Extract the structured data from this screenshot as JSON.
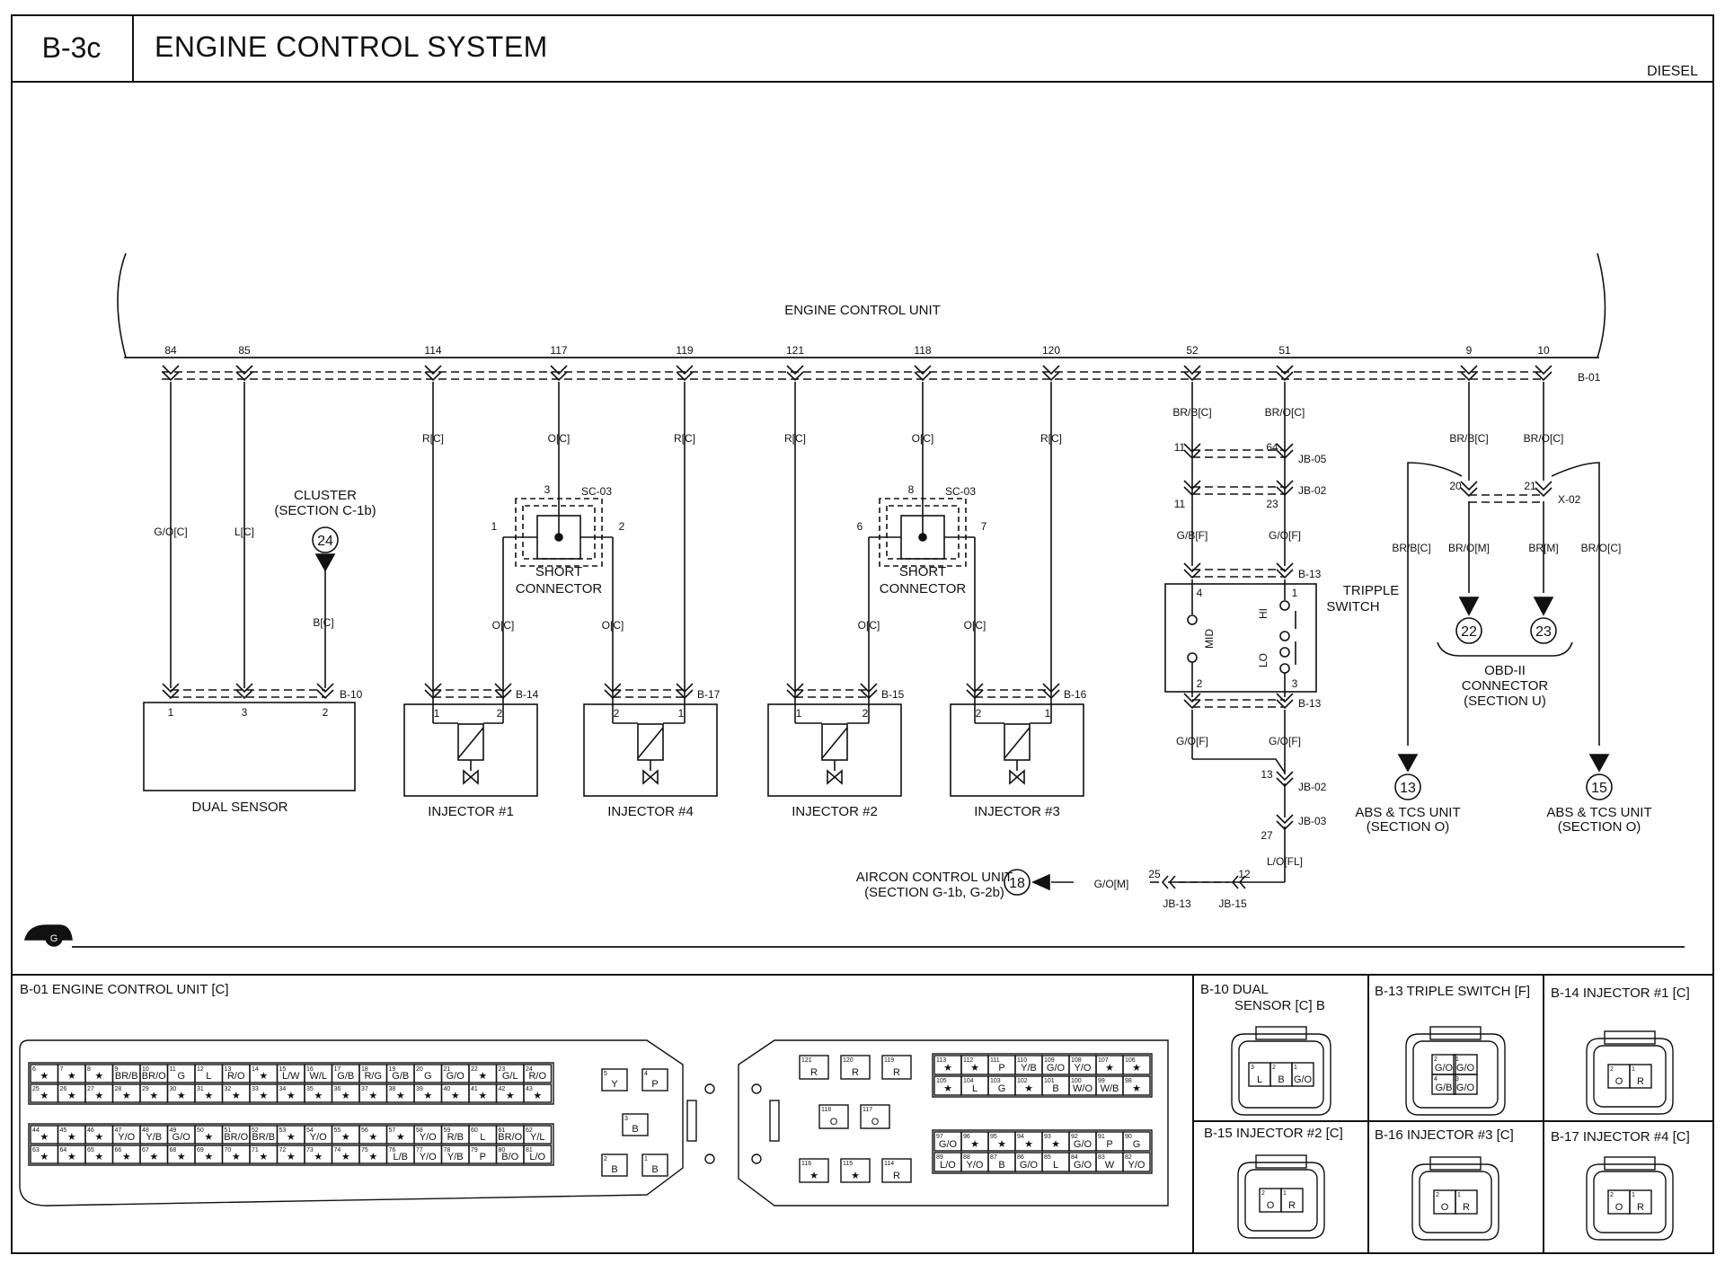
{
  "header": {
    "section_code": "B-3c",
    "title": "ENGINE CONTROL SYSTEM",
    "variant": "DIESEL"
  },
  "diagram": {
    "ecu": {
      "label": "ENGINE CONTROL UNIT",
      "connector": "B-01",
      "pins": [
        {
          "pin": "84",
          "wire": "G/O[C]"
        },
        {
          "pin": "85",
          "wire": "L[C]"
        },
        {
          "pin": "114",
          "wire": "R[C]"
        },
        {
          "pin": "117",
          "wire": "O[C]"
        },
        {
          "pin": "119",
          "wire": "R[C]"
        },
        {
          "pin": "121",
          "wire": "R[C]"
        },
        {
          "pin": "118",
          "wire": "O[C]"
        },
        {
          "pin": "120",
          "wire": "R[C]"
        },
        {
          "pin": "52",
          "wire": "BR/B[C]"
        },
        {
          "pin": "51",
          "wire": "BR/O[C]"
        },
        {
          "pin": "9",
          "wire": "BR/B[C]"
        },
        {
          "pin": "10",
          "wire": "BR/O[C]"
        }
      ]
    },
    "cluster": {
      "label1": "CLUSTER",
      "label2": "(SECTION C-1b)",
      "ref": "24",
      "wire": "B[C]"
    },
    "short_connectors": [
      {
        "name": "SC-03",
        "pin_in": "3",
        "pin_left": "1",
        "pin_right": "2",
        "label1": "SHORT",
        "label2": "CONNECTOR",
        "wire_left": "O[C]",
        "wire_right": "O[C]"
      },
      {
        "name": "SC-03",
        "pin_in": "8",
        "pin_left": "6",
        "pin_right": "7",
        "label1": "SHORT",
        "label2": "CONNECTOR",
        "wire_left": "O[C]",
        "wire_right": "O[C]"
      }
    ],
    "components": [
      {
        "name": "DUAL SENSOR",
        "connector": "B-10",
        "pins": [
          "1",
          "3",
          "2"
        ]
      },
      {
        "name": "INJECTOR #1",
        "connector": "B-14",
        "pins": [
          "1",
          "2"
        ]
      },
      {
        "name": "INJECTOR #4",
        "connector": "B-17",
        "pins": [
          "2",
          "1"
        ]
      },
      {
        "name": "INJECTOR #2",
        "connector": "B-15",
        "pins": [
          "1",
          "2"
        ]
      },
      {
        "name": "INJECTOR #3",
        "connector": "B-16",
        "pins": [
          "2",
          "1"
        ]
      }
    ],
    "triple_switch": {
      "label1": "TRIPPLE",
      "label2": "SWITCH",
      "connector": "B-13",
      "positions": [
        "MID",
        "HI",
        "LO"
      ],
      "pins": [
        "4",
        "1",
        "2",
        "3"
      ],
      "jb05": "JB-05",
      "jb05_pins": [
        "11",
        "64"
      ],
      "jb02": "JB-02",
      "jb02_pins": [
        "11",
        "23"
      ],
      "wire_left_top": "G/B[F]",
      "wire_right_top": "G/O[F]",
      "wire_left_bot": "G/O[F]",
      "wire_right_bot": "G/O[F]",
      "jb02_pin_low": "13",
      "jb03": "JB-03",
      "jb03_pin": "27",
      "wire_lo": "L/O[FL]"
    },
    "aircon": {
      "label1": "AIRCON CONTROL UNIT",
      "label2": "(SECTION G-1b, G-2b)",
      "ref": "18",
      "wire": "G/O[M]",
      "pin_a": "25",
      "pin_b": "12",
      "jb_a": "JB-13",
      "jb_b": "JB-15"
    },
    "obd": {
      "x02": "X-02",
      "x02_pins": [
        "20",
        "21"
      ],
      "wires": [
        "BR/B[C]",
        "BR/O[M]",
        "BR[M]",
        "BR/O[C]"
      ],
      "refs": [
        "22",
        "23"
      ],
      "label1": "OBD-II",
      "label2": "CONNECTOR",
      "label3": "(SECTION U)"
    },
    "abs": [
      {
        "ref": "13",
        "label1": "ABS & TCS UNIT",
        "label2": "(SECTION O)"
      },
      {
        "ref": "15",
        "label1": "ABS & TCS UNIT",
        "label2": "(SECTION O)"
      }
    ],
    "ground_badge": "G"
  },
  "connector_views": {
    "ecu_title": "B-01 ENGINE CONTROL UNIT [C]",
    "ecu_left": {
      "rows": [
        {
          "pins": [
            "6",
            "7",
            "8",
            "9",
            "10",
            "11",
            "12",
            "13",
            "14",
            "15",
            "16",
            "17",
            "18",
            "19",
            "20",
            "21",
            "22",
            "23",
            "24"
          ],
          "cells": [
            "★",
            "★",
            "★",
            "BR/B",
            "BR/O",
            "G",
            "L",
            "R/O",
            "★",
            "L/W",
            "W/L",
            "G/B",
            "R/G",
            "G/B",
            "G",
            "G/O",
            "★",
            "G/L",
            "R/O"
          ]
        },
        {
          "pins": [
            "25",
            "26",
            "27",
            "28",
            "29",
            "30",
            "31",
            "32",
            "33",
            "34",
            "35",
            "36",
            "37",
            "38",
            "39",
            "40",
            "41",
            "42",
            "43"
          ],
          "cells": [
            "★",
            "★",
            "★",
            "★",
            "★",
            "★",
            "★",
            "★",
            "★",
            "★",
            "★",
            "★",
            "★",
            "★",
            "★",
            "★",
            "★",
            "★",
            "★"
          ]
        },
        {
          "pins": [
            "44",
            "45",
            "46",
            "47",
            "48",
            "49",
            "50",
            "51",
            "52",
            "53",
            "54",
            "55",
            "56",
            "57",
            "58",
            "59",
            "60",
            "61",
            "62"
          ],
          "cells": [
            "★",
            "★",
            "★",
            "Y/O",
            "Y/B",
            "G/O",
            "★",
            "BR/O",
            "BR/B",
            "★",
            "Y/O",
            "★",
            "★",
            "★",
            "Y/O",
            "R/B",
            "L",
            "BR/O",
            "Y/L"
          ]
        },
        {
          "pins": [
            "63",
            "64",
            "65",
            "66",
            "67",
            "68",
            "69",
            "70",
            "71",
            "72",
            "73",
            "74",
            "75",
            "76",
            "77",
            "78",
            "79",
            "80",
            "81"
          ],
          "cells": [
            "★",
            "★",
            "★",
            "★",
            "★",
            "★",
            "★",
            "★",
            "★",
            "★",
            "★",
            "★",
            "★",
            "L/B",
            "Y/O",
            "Y/B",
            "P",
            "B/O",
            "L/O"
          ]
        }
      ],
      "side": [
        {
          "pin": "5",
          "cell": "Y"
        },
        {
          "pin": "4",
          "cell": "P"
        },
        {
          "pin": "3",
          "cell": "B"
        },
        {
          "pin": "2",
          "cell": "B"
        },
        {
          "pin": "1",
          "cell": "B"
        }
      ]
    },
    "ecu_right": {
      "top": [
        {
          "pin": "121",
          "cell": "R"
        },
        {
          "pin": "120",
          "cell": "R"
        },
        {
          "pin": "119",
          "cell": "R"
        }
      ],
      "mid": [
        {
          "pin": "118",
          "cell": "O"
        },
        {
          "pin": "117",
          "cell": "O"
        }
      ],
      "bot": [
        {
          "pin": "116",
          "cell": "★"
        },
        {
          "pin": "115",
          "cell": "★"
        },
        {
          "pin": "114",
          "cell": "R"
        }
      ],
      "grid": [
        {
          "pins": [
            "113",
            "112",
            "111",
            "110",
            "109",
            "108",
            "107",
            "106"
          ],
          "cells": [
            "★",
            "★",
            "P",
            "Y/B",
            "G/O",
            "Y/O",
            "★",
            "★"
          ]
        },
        {
          "pins": [
            "105",
            "104",
            "103",
            "102",
            "101",
            "100",
            "99",
            "98"
          ],
          "cells": [
            "★",
            "L",
            "G",
            "★",
            "B",
            "W/O",
            "W/B",
            "★"
          ]
        },
        {
          "pins": [
            "97",
            "96",
            "95",
            "94",
            "93",
            "92",
            "91",
            "90"
          ],
          "cells": [
            "G/O",
            "★",
            "★",
            "★",
            "★",
            "G/O",
            "P",
            "G"
          ]
        },
        {
          "pins": [
            "89",
            "88",
            "87",
            "86",
            "85",
            "84",
            "83",
            "82"
          ],
          "cells": [
            "L/O",
            "Y/O",
            "B",
            "G/O",
            "L",
            "G/O",
            "W",
            "Y/O"
          ]
        }
      ]
    },
    "panels": [
      {
        "title1": "B-10 DUAL",
        "title2": "SENSOR [C] B",
        "pins": [
          "3",
          "2",
          "1"
        ],
        "cells": [
          "L",
          "B",
          "G/O"
        ]
      },
      {
        "title1": "B-13 TRIPLE SWITCH [F]",
        "pins": [
          "2",
          "1",
          "4",
          "3"
        ],
        "cells": [
          "G/O",
          "G/O",
          "G/B",
          "G/O"
        ]
      },
      {
        "title1": "B-14 INJECTOR #1 [C]",
        "pins": [
          "2",
          "1"
        ],
        "cells": [
          "O",
          "R"
        ]
      },
      {
        "title1": "B-15 INJECTOR #2 [C]",
        "pins": [
          "2",
          "1"
        ],
        "cells": [
          "O",
          "R"
        ]
      },
      {
        "title1": "B-16 INJECTOR #3 [C]",
        "pins": [
          "2",
          "1"
        ],
        "cells": [
          "O",
          "R"
        ]
      },
      {
        "title1": "B-17 INJECTOR #4 [C]",
        "pins": [
          "2",
          "1"
        ],
        "cells": [
          "O",
          "R"
        ]
      }
    ]
  }
}
